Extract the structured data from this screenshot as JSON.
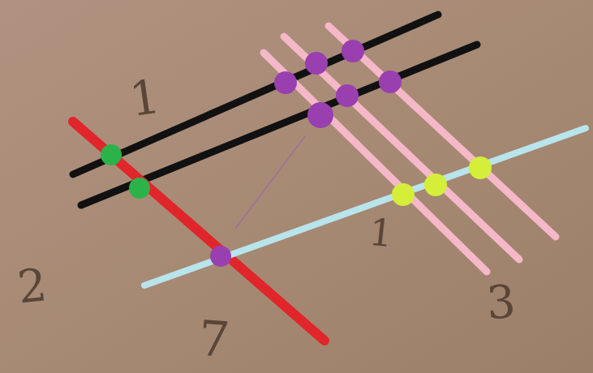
{
  "diagram": {
    "labels": [
      "1",
      "2",
      "7",
      "1",
      "3"
    ]
  }
}
